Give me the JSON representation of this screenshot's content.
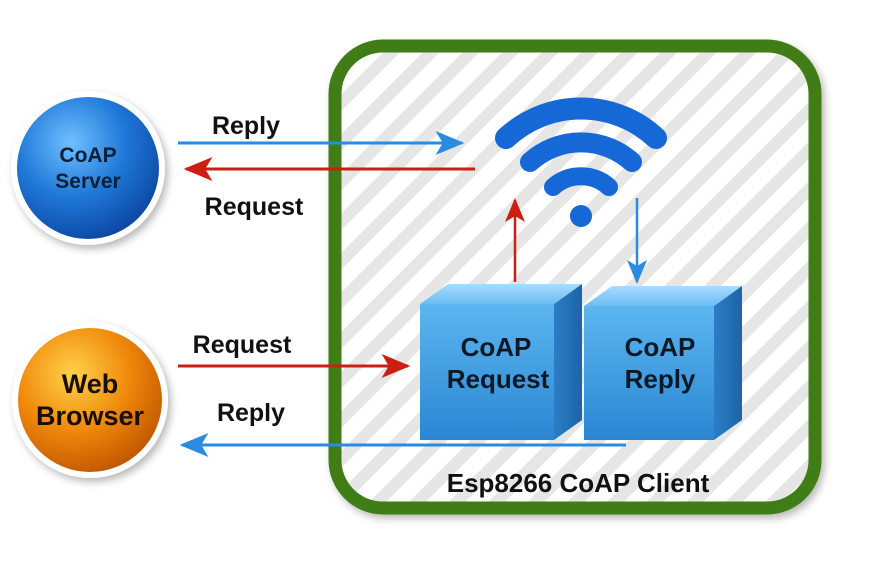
{
  "nodes": {
    "coap_server": {
      "line1": "CoAP",
      "line2": "Server"
    },
    "web_browser": {
      "line1": "Web",
      "line2": "Browser"
    },
    "coap_request_cube": {
      "line1": "CoAP",
      "line2": "Request"
    },
    "coap_reply_cube": {
      "line1": "CoAP",
      "line2": "Reply"
    }
  },
  "edges": {
    "server_reply": "Reply",
    "server_request": "Request",
    "browser_request": "Request",
    "browser_reply": "Reply"
  },
  "client_box": {
    "title": "Esp8266 CoAP Client"
  },
  "icons": [
    "wifi-icon"
  ],
  "colors": {
    "box_border": "#3f7d12",
    "server_blue": "#1f78d8",
    "browser_orange": "#f08a0c",
    "cube_blue": "#4aa6e6",
    "arrow_blue": "#2a8be0",
    "arrow_red": "#cc1f12",
    "wifi_blue": "#1668d6"
  }
}
